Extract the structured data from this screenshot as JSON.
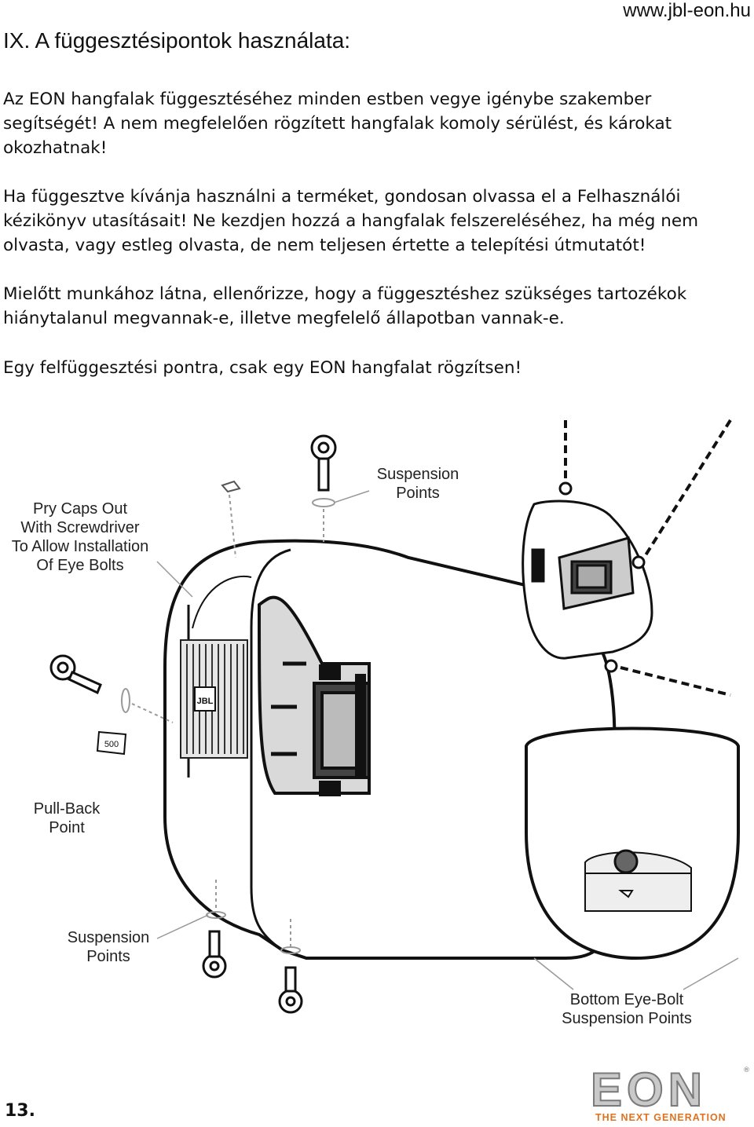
{
  "header": {
    "website": "www.jbl-eon.hu",
    "title": "IX. A függesztésipontok használata:"
  },
  "paragraphs": [
    "Az EON hangfalak függesztéséhez minden estben vegye igénybe szakember segítségét! A nem megfelelően rögzített hangfalak komoly sérülést, és károkat okozhatnak!",
    "Ha függesztve kívánja használni a terméket, gondosan olvassa el a Felhasználói kézikönyv utasításait! Ne kezdjen hozzá a hangfalak felszereléséhez, ha még nem olvasta, vagy estleg olvasta, de nem teljesen értette a telepítési útmutatót!",
    "Mielőtt munkához látna, ellenőrizze, hogy a függesztéshez szükséges tartozékok hiánytalanul megvannak-e, illetve megfelelő állapotban vannak-e.",
    "Egy felfüggesztési pontra, csak egy EON hangfalat rögzítsen!"
  ],
  "figure": {
    "callouts": {
      "suspension_top_1": "Suspension",
      "suspension_top_2": "Points",
      "pry_caps_1": "Pry Caps Out",
      "pry_caps_2": "With Screwdriver",
      "pry_caps_3": "To Allow Installation",
      "pry_caps_4": "Of Eye Bolts",
      "pull_back_1": "Pull-Back",
      "pull_back_2": "Point",
      "suspension_bottom_1": "Suspension",
      "suspension_bottom_2": "Points",
      "bottom_eye_bolt_1": "Bottom Eye-Bolt",
      "bottom_eye_bolt_2": "Suspension Points"
    },
    "speaker_badge": "JBL",
    "plate_label": "500"
  },
  "footer": {
    "page_number": "13.",
    "logo_text": "EON",
    "logo_tagline": "THE NEXT GENERATION",
    "logo_reg": "®"
  }
}
